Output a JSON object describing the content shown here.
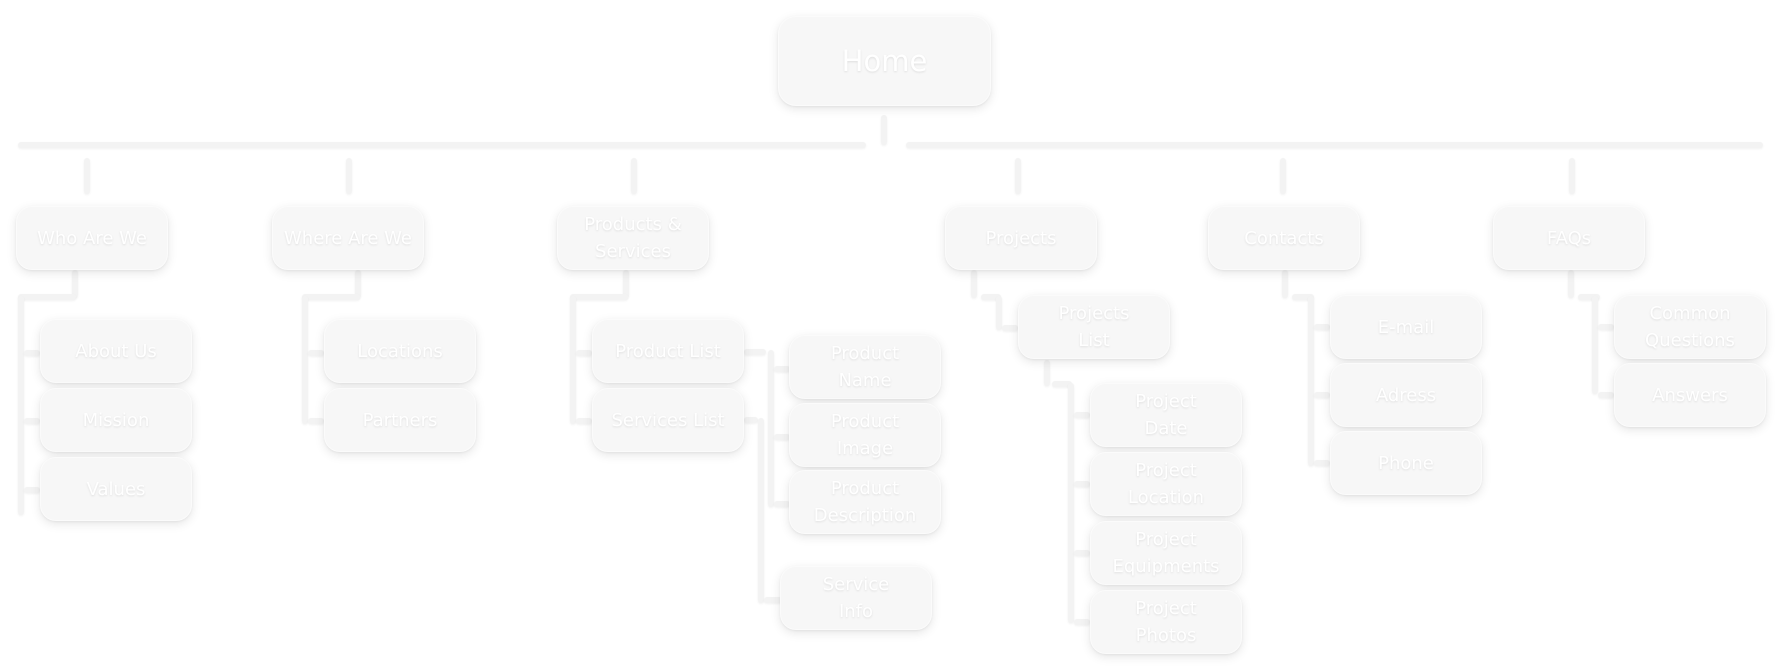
{
  "root": {
    "label": "Home"
  },
  "sections": [
    {
      "label": "Who Are We",
      "children": [
        "About Us",
        "Mission",
        "Values"
      ]
    },
    {
      "label": "Where Are We",
      "children": [
        "Locations",
        "Partners"
      ]
    },
    {
      "label": "Products & Services",
      "children": [
        "Product List",
        "Services List"
      ],
      "product_list_children": [
        "Product Name",
        "Product Image",
        "Product Description"
      ],
      "services_list_children": [
        "Service Info"
      ]
    },
    {
      "label": "Projects",
      "children": [
        "Projects List"
      ],
      "projects_list_children": [
        "Project Date",
        "Project Location",
        "Project Equipments",
        "Project Photos"
      ]
    },
    {
      "label": "Contacts",
      "children": [
        "E-mail",
        "Adress",
        "Phone"
      ]
    },
    {
      "label": "FAQs",
      "children": [
        "Common Questions",
        "Answers"
      ]
    }
  ]
}
